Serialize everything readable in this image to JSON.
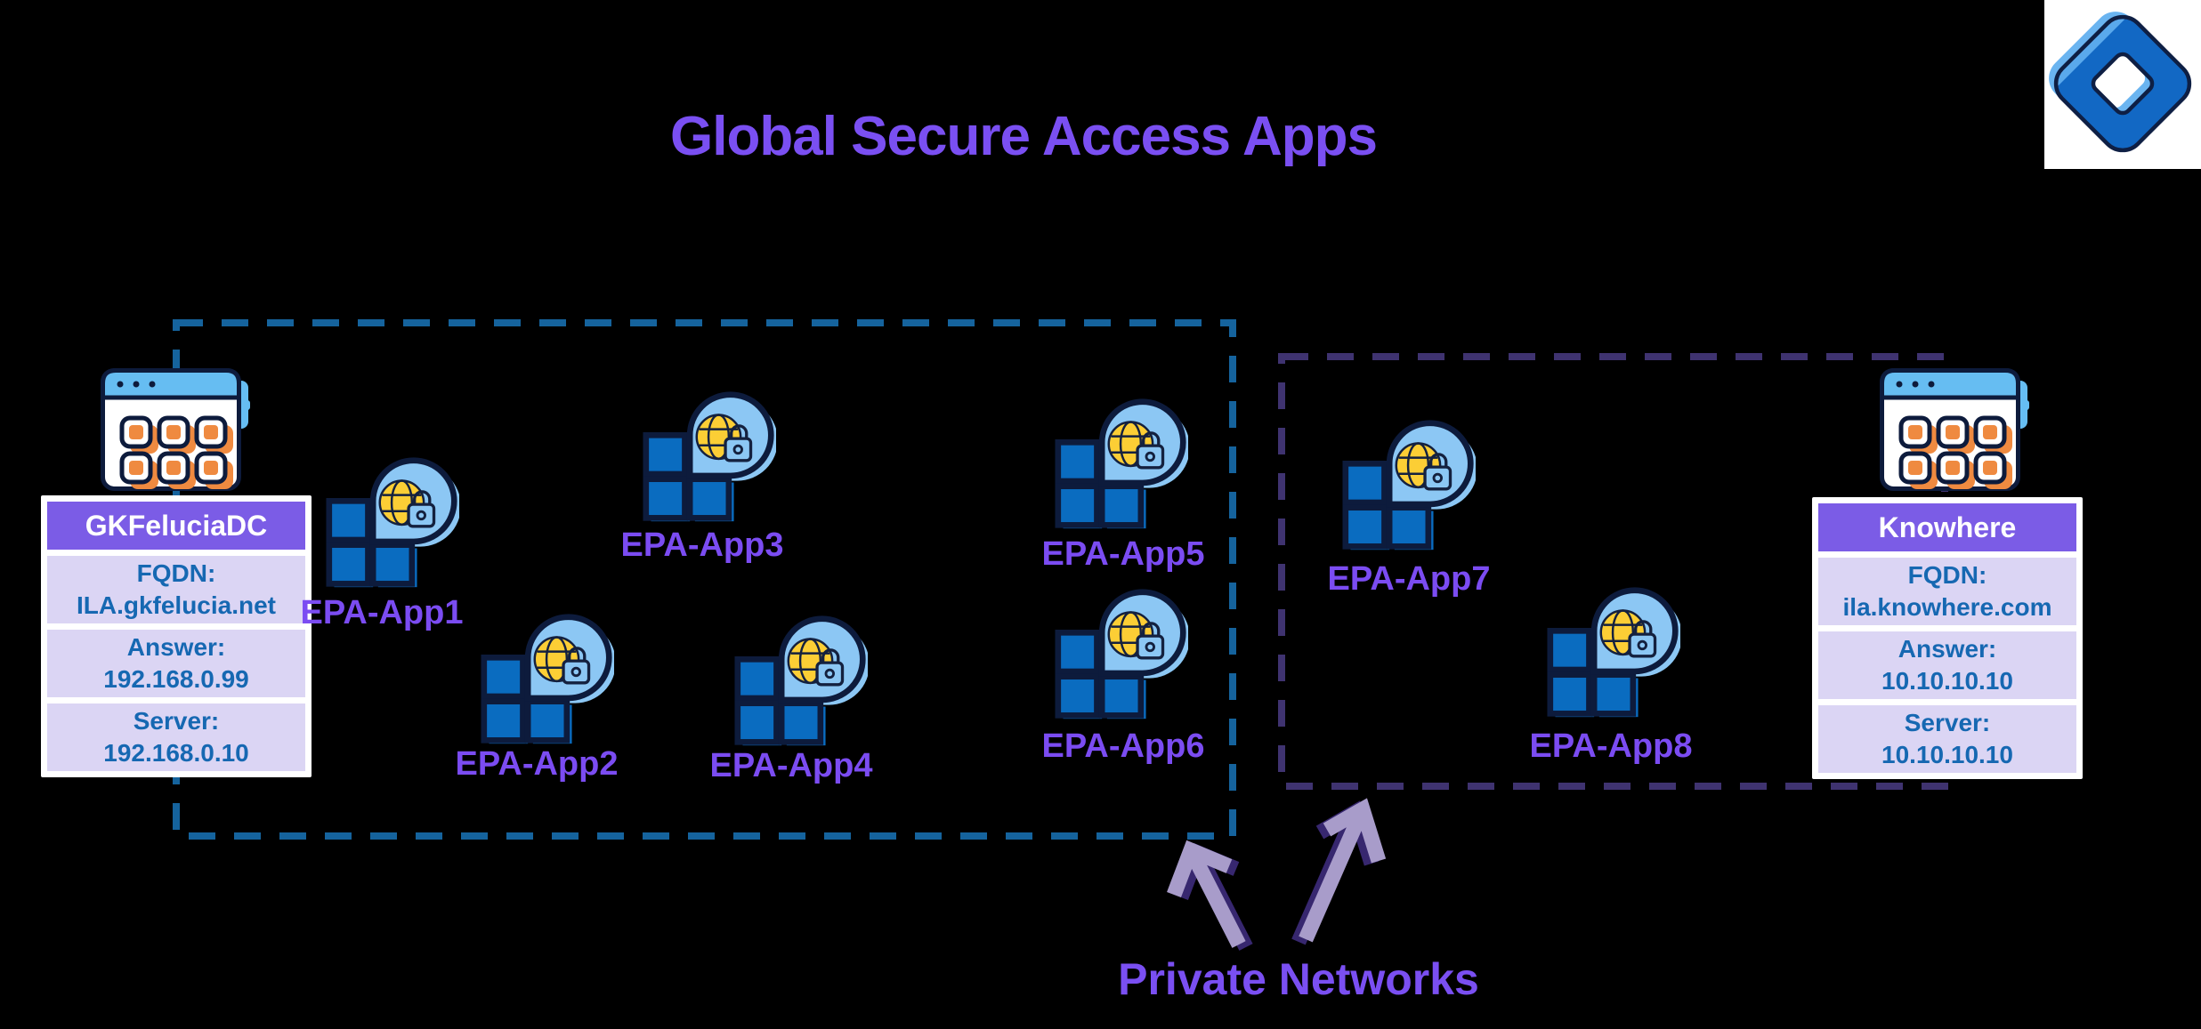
{
  "title": "Global Secure Access Apps",
  "caption": "Private Networks",
  "sites": {
    "left": {
      "name": "GKFeluciaDC",
      "rows": [
        {
          "label": "FQDN:",
          "value": "ILA.gkfelucia.net"
        },
        {
          "label": "Answer:",
          "value": "192.168.0.99"
        },
        {
          "label": "Server:",
          "value": "192.168.0.10"
        }
      ]
    },
    "right": {
      "name": "Knowhere",
      "rows": [
        {
          "label": "FQDN:",
          "value": "ila.knowhere.com"
        },
        {
          "label": "Answer:",
          "value": "10.10.10.10"
        },
        {
          "label": "Server:",
          "value": "10.10.10.10"
        }
      ]
    }
  },
  "apps": [
    {
      "label": "EPA-App1"
    },
    {
      "label": "EPA-App2"
    },
    {
      "label": "EPA-App3"
    },
    {
      "label": "EPA-App4"
    },
    {
      "label": "EPA-App5"
    },
    {
      "label": "EPA-App6"
    },
    {
      "label": "EPA-App7"
    },
    {
      "label": "EPA-App8"
    }
  ],
  "icons": {
    "app_icon": "app-grid-with-secure-globe-lock",
    "browser_icon": "browser-window-app-grid",
    "logo_icon": "blue-diamond-ring-logo",
    "left_arrow": "up-left-3d-arrow",
    "right_arrow": "up-right-3d-arrow"
  },
  "colors": {
    "background": "#000000",
    "title_purple": "#7a4ff2",
    "label_purple": "#7b4cf2",
    "header_purple": "#7b5ce6",
    "row_lavender": "#dbd5f4",
    "row_text_blue": "#1668b2",
    "square_blue": "#0a6cc0",
    "bubble_blue": "#8cc7f4",
    "globe_yellow": "#fcce35",
    "outline_navy": "#0d1b3c",
    "orange": "#ef8a40",
    "topbar_blue": "#66bdf2",
    "blue_dash": "#15639d",
    "purple_dash": "#3f3370",
    "arrow_light": "#a89cca",
    "arrow_dark": "#37276f"
  }
}
